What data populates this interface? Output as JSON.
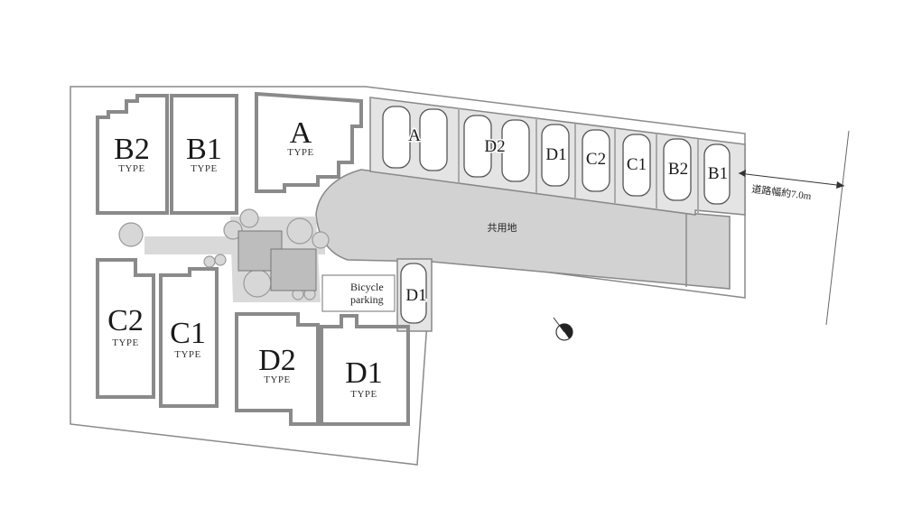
{
  "units": [
    {
      "id": "B2",
      "letter": "B2",
      "type": "TYPE"
    },
    {
      "id": "B1",
      "letter": "B1",
      "type": "TYPE"
    },
    {
      "id": "A",
      "letter": "A",
      "type": "TYPE"
    },
    {
      "id": "C2",
      "letter": "C2",
      "type": "TYPE"
    },
    {
      "id": "C1",
      "letter": "C1",
      "type": "TYPE"
    },
    {
      "id": "D2",
      "letter": "D2",
      "type": "TYPE"
    },
    {
      "id": "D1",
      "letter": "D1",
      "type": "TYPE"
    }
  ],
  "parking": {
    "stalls": [
      "A",
      "D2",
      "D1",
      "C2",
      "C1",
      "B2",
      "B1"
    ],
    "extra_stall": "D1"
  },
  "labels": {
    "common_area": "共用地",
    "bicycle_line1": "Bicycle",
    "bicycle_line2": "parking",
    "road_width": "道路幅約7.0m"
  },
  "icons": {
    "north": "north-arrow-icon"
  }
}
